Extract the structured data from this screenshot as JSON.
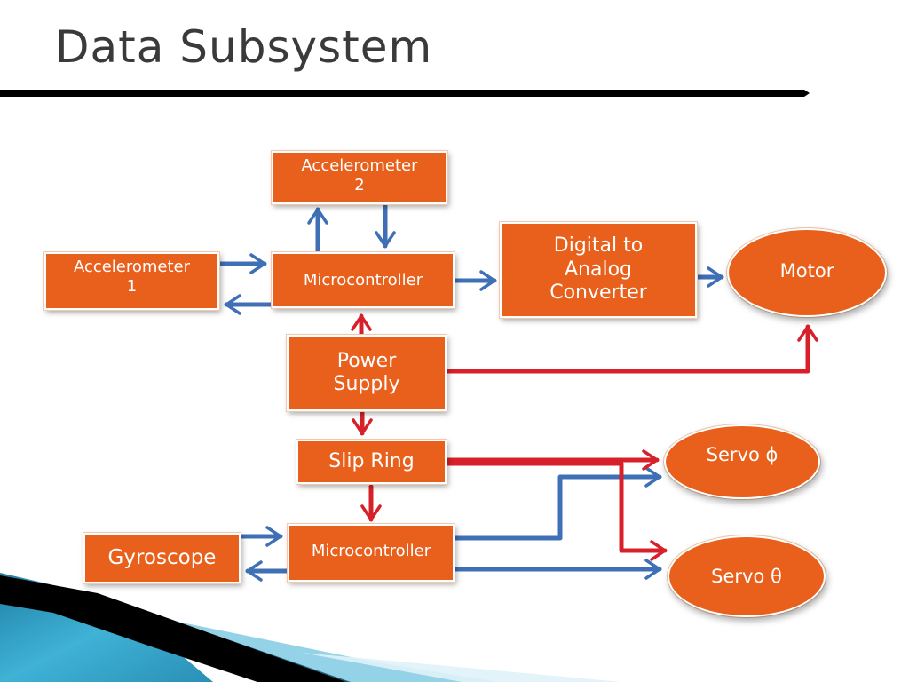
{
  "slide": {
    "title": "Data Subsystem"
  },
  "nodes": {
    "accelerometer_2": "Accelerometer\n2",
    "accelerometer_1": "Accelerometer\n1",
    "microcontroller_top": "Microcontroller",
    "dac": "Digital to\nAnalog\nConverter",
    "motor": "Motor",
    "power_supply": "Power\nSupply",
    "slip_ring": "Slip Ring",
    "servo_phi": "Servo ϕ",
    "servo_theta": "Servo θ",
    "gyroscope": "Gyroscope",
    "microcontroller_bottom": "Microcontroller"
  },
  "colors": {
    "node_fill": "#e8601c",
    "data_arrow": "#3f6fb5",
    "power_arrow": "#d8202a",
    "title_text": "#3a3a3a"
  }
}
